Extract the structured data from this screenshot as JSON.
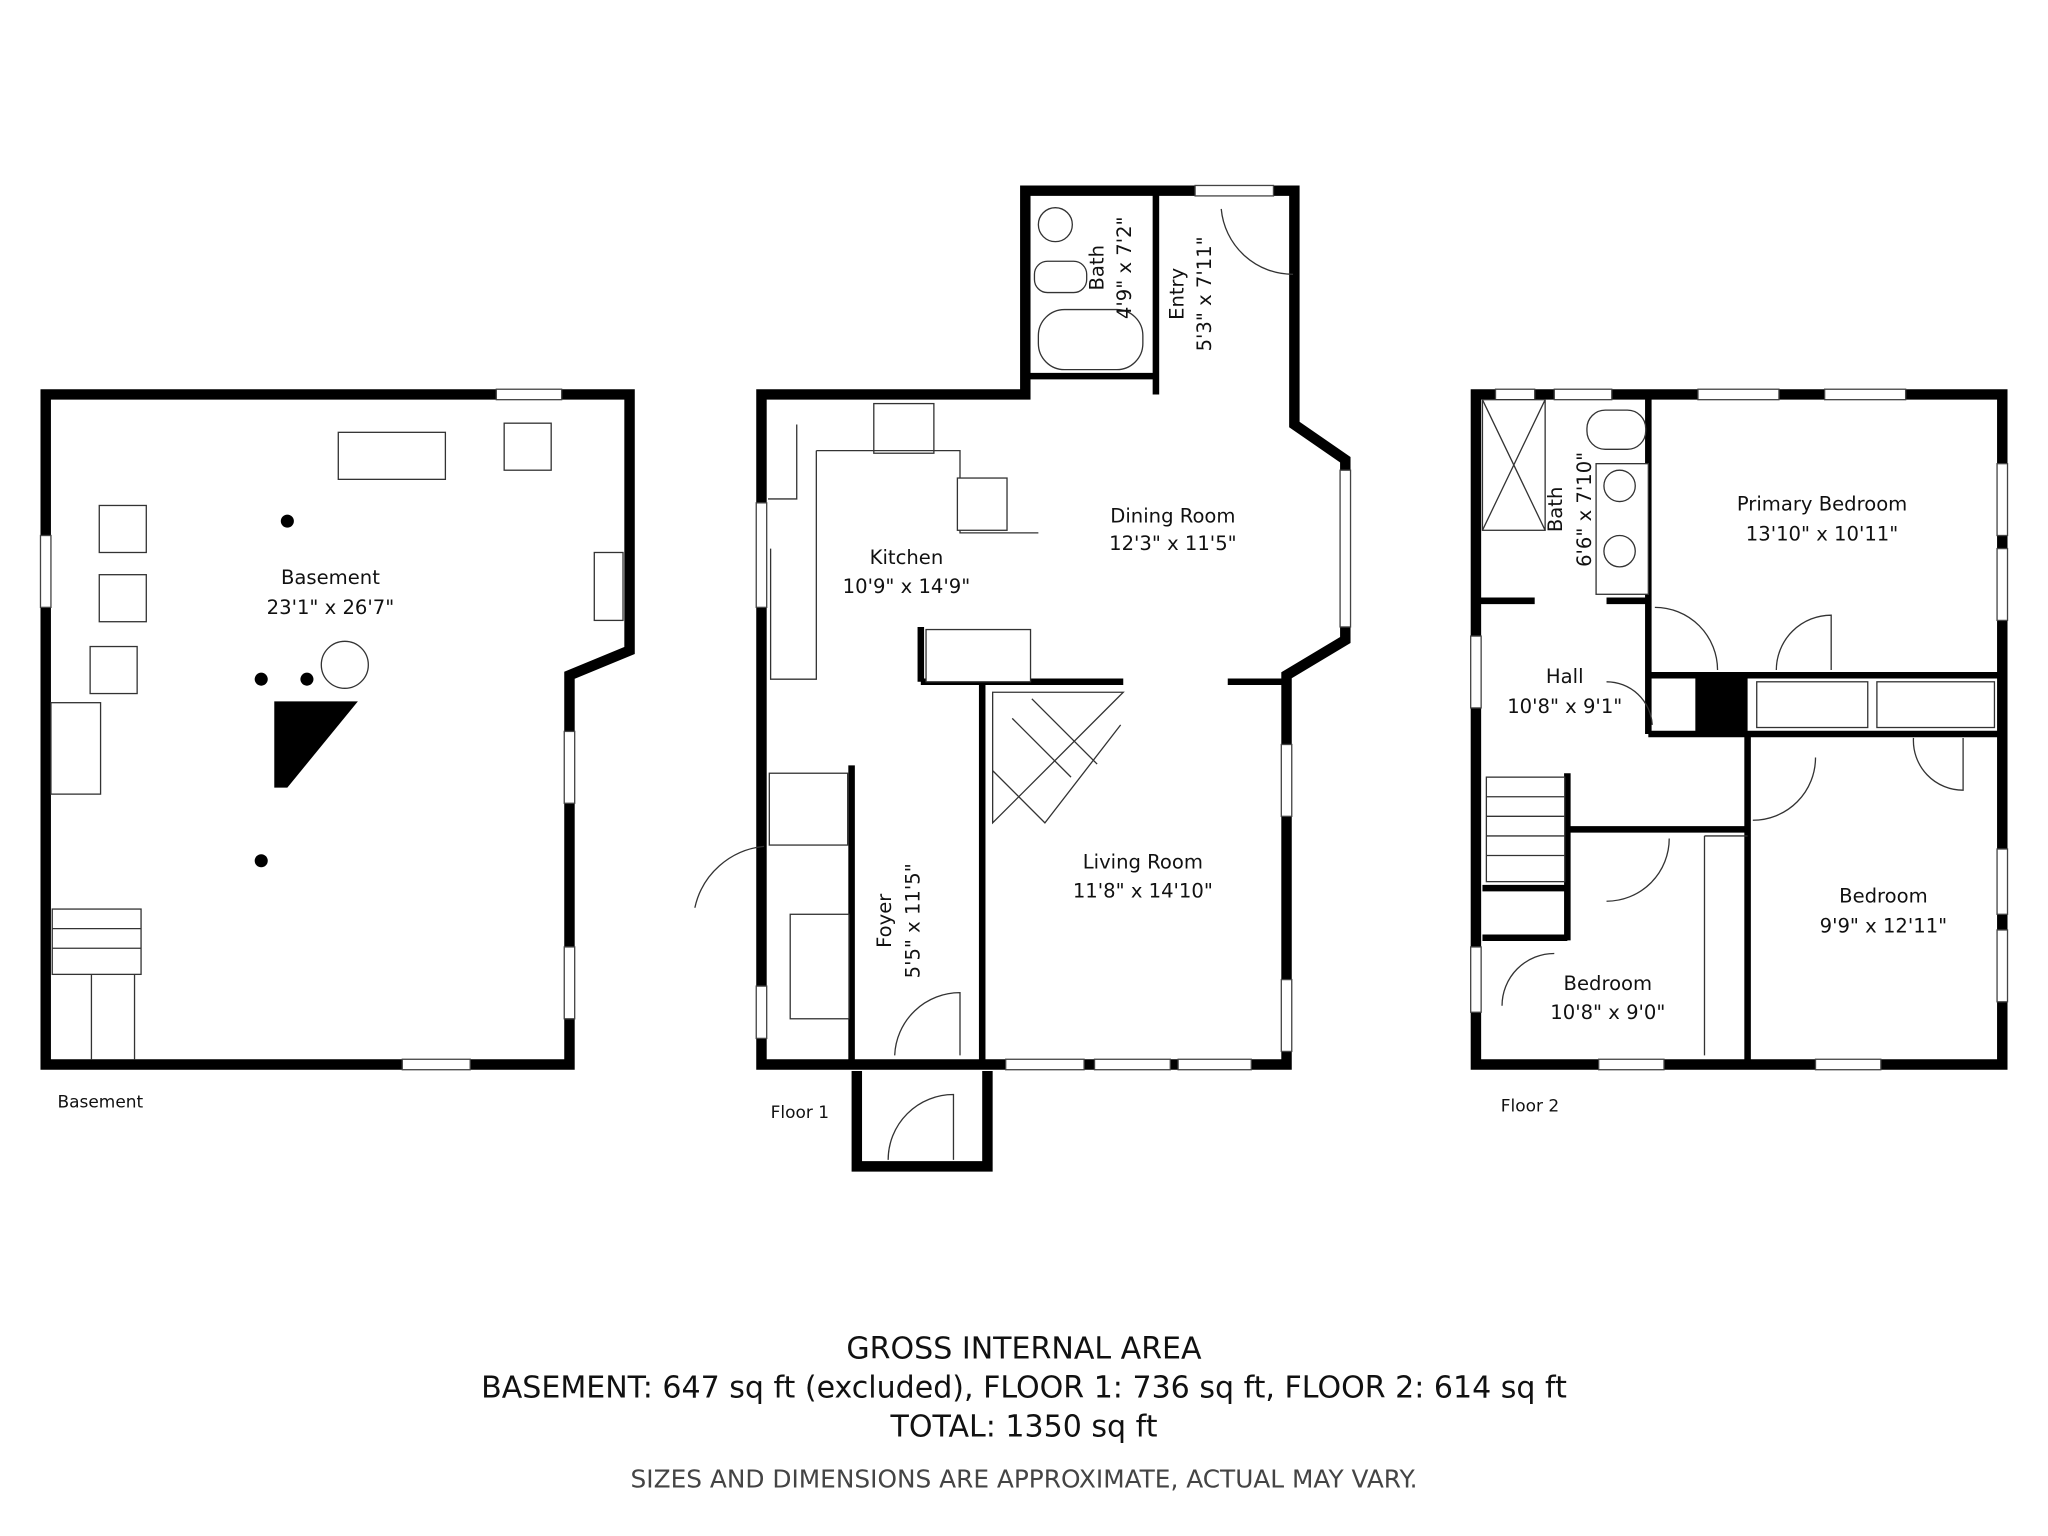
{
  "floors": [
    {
      "label": "Basement",
      "rooms": [
        {
          "name": "Basement",
          "size": "23'1\" x 26'7\""
        }
      ]
    },
    {
      "label": "Floor 1",
      "rooms": [
        {
          "name": "Bath",
          "size": "4'9\" x 7'2\""
        },
        {
          "name": "Entry",
          "size": "5'3\" x 7'11\""
        },
        {
          "name": "Kitchen",
          "size": "10'9\" x 14'9\""
        },
        {
          "name": "Dining Room",
          "size": "12'3\" x 11'5\""
        },
        {
          "name": "Foyer",
          "size": "5'5\" x 11'5\""
        },
        {
          "name": "Living Room",
          "size": "11'8\" x 14'10\""
        }
      ]
    },
    {
      "label": "Floor 2",
      "rooms": [
        {
          "name": "Bath",
          "size": "6'6\" x 7'10\""
        },
        {
          "name": "Primary Bedroom",
          "size": "13'10\" x 10'11\""
        },
        {
          "name": "Hall",
          "size": "10'8\" x 9'1\""
        },
        {
          "name": "Bedroom",
          "size": "10'8\" x 9'0\""
        },
        {
          "name": "Bedroom",
          "size": "9'9\" x 12'11\""
        }
      ]
    }
  ],
  "summary": {
    "title": "GROSS INTERNAL AREA",
    "breakdown": "BASEMENT: 647 sq ft (excluded), FLOOR 1: 736 sq ft, FLOOR 2: 614 sq ft",
    "total": "TOTAL: 1350 sq ft",
    "disclaimer": "SIZES AND DIMENSIONS ARE APPROXIMATE, ACTUAL MAY VARY."
  }
}
